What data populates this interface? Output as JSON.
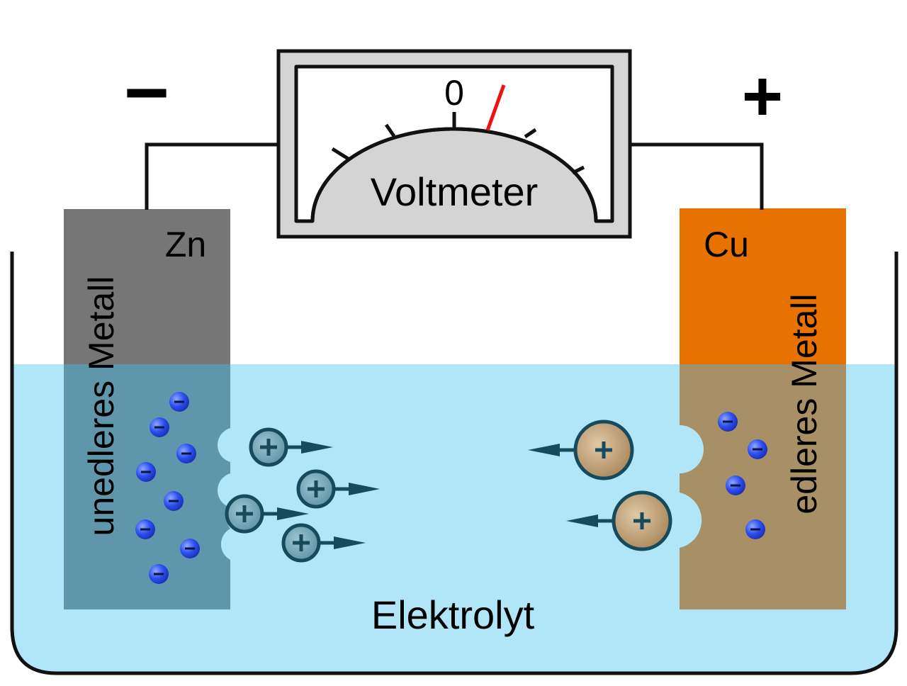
{
  "terminals": {
    "negative": "−",
    "positive": "+"
  },
  "voltmeter": {
    "label": "Voltmeter",
    "zero_label": "0"
  },
  "left_electrode": {
    "symbol": "Zn",
    "vertical_label": "unedleres Metall"
  },
  "right_electrode": {
    "symbol": "Cu",
    "vertical_label": "edleres Metall"
  },
  "electrolyte": {
    "label": "Elektrolyt"
  },
  "ion_symbols": {
    "cation": "+",
    "electron": "−"
  },
  "colors": {
    "zinc": "#767676",
    "copper": "#e87200",
    "electrolyte": "#b0e6f8",
    "zinc_submerged": "#6096ab",
    "copper_submerged": "#a89066",
    "needle": "#ee1111",
    "meter_body": "#d4d4d4",
    "electron": "#2d4ff0",
    "zinc_ion": "#6a9cae",
    "copper_ion": "#b08a5a",
    "ion_outline": "#174a5c"
  }
}
